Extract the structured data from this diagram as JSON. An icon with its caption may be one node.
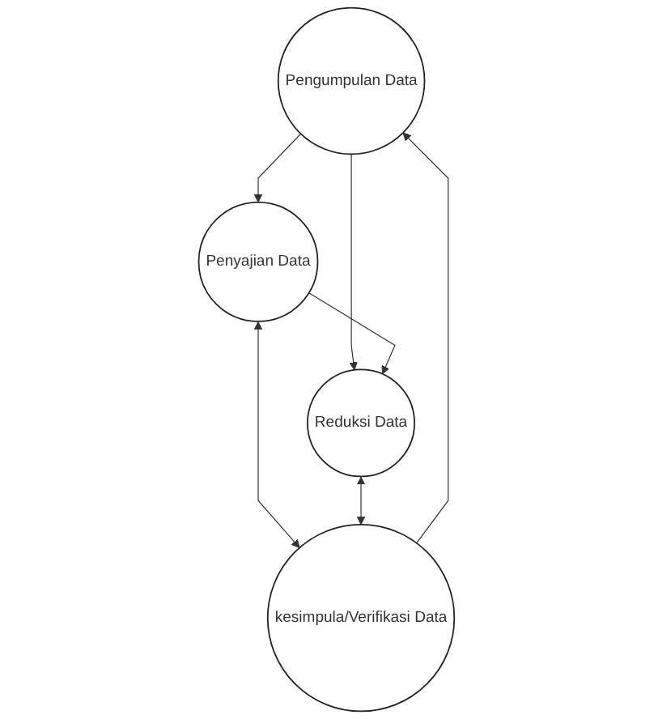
{
  "diagram": {
    "nodes": [
      {
        "text": [
          "Pengumpulan Data"
        ]
      },
      {
        "text": [
          "Penyajian Data"
        ]
      },
      {
        "text": [
          "Reduksi Data"
        ]
      },
      {
        "text": [
          "kesimpula/Verifikasi Data"
        ]
      }
    ],
    "edges": [
      {
        "from": 0,
        "to": 1,
        "arrow": "to"
      },
      {
        "from": 0,
        "to": 2,
        "arrow": "to"
      },
      {
        "from": 1,
        "to": 2,
        "arrow": "to"
      },
      {
        "from": 1,
        "to": 3,
        "arrow": "both"
      },
      {
        "from": 2,
        "to": 3,
        "arrow": "both"
      },
      {
        "from": 3,
        "to": 0,
        "arrow": "to"
      }
    ]
  }
}
